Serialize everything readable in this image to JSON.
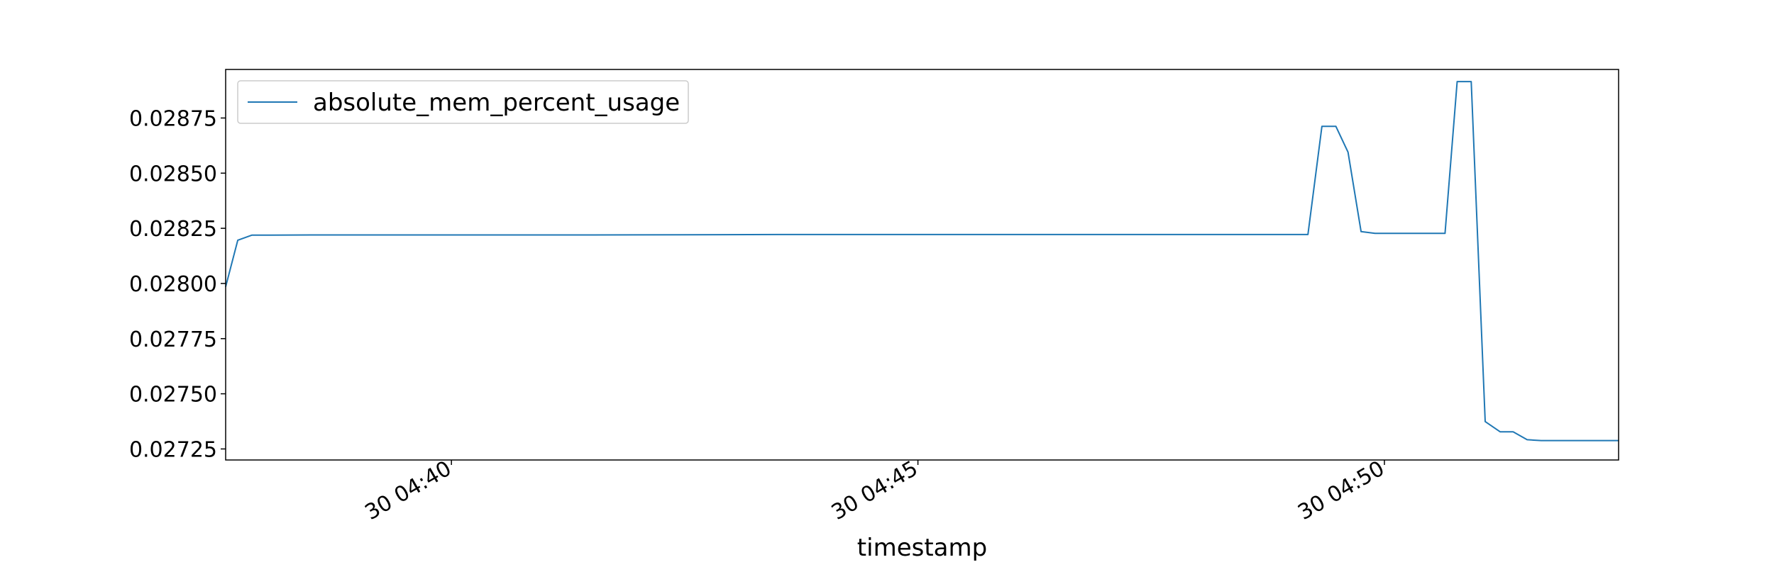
{
  "chart_data": {
    "type": "line",
    "title": "",
    "xlabel": "timestamp",
    "ylabel": "",
    "x_ticks": [
      {
        "value": 5.0,
        "label": "30 04:40"
      },
      {
        "value": 10.0,
        "label": "30 04:45"
      },
      {
        "value": 15.0,
        "label": "30 04:50"
      }
    ],
    "y_ticks": [
      0.02725,
      0.0275,
      0.02775,
      0.028,
      0.02825,
      0.0285,
      0.02875
    ],
    "xlim": [
      2.58,
      17.51
    ],
    "ylim": [
      0.0272,
      0.02897
    ],
    "grid": false,
    "legend": {
      "placement": "top-left",
      "entries": [
        "absolute_mem_percent_usage"
      ]
    },
    "series": [
      {
        "name": "absolute_mem_percent_usage",
        "color": "#1f77b4",
        "x": [
          2.58,
          2.71,
          2.86,
          3.5,
          4.5,
          5.5,
          6.5,
          7.5,
          8.5,
          9.5,
          10.5,
          11.5,
          12.5,
          13.5,
          14.0,
          14.18,
          14.33,
          14.48,
          14.61,
          14.75,
          14.9,
          15.05,
          15.65,
          15.78,
          15.93,
          16.08,
          16.24,
          16.38,
          16.53,
          16.68,
          17.0,
          17.51
        ],
        "y": [
          0.027985,
          0.028196,
          0.028219,
          0.02822,
          0.02822,
          0.02822,
          0.02822,
          0.028221,
          0.028222,
          0.028222,
          0.028222,
          0.028222,
          0.028222,
          0.028222,
          0.028222,
          0.028222,
          0.028712,
          0.028712,
          0.028595,
          0.028235,
          0.028227,
          0.028227,
          0.028227,
          0.028915,
          0.028915,
          0.027374,
          0.027328,
          0.027328,
          0.027292,
          0.027288,
          0.027288,
          0.027288
        ]
      }
    ]
  }
}
